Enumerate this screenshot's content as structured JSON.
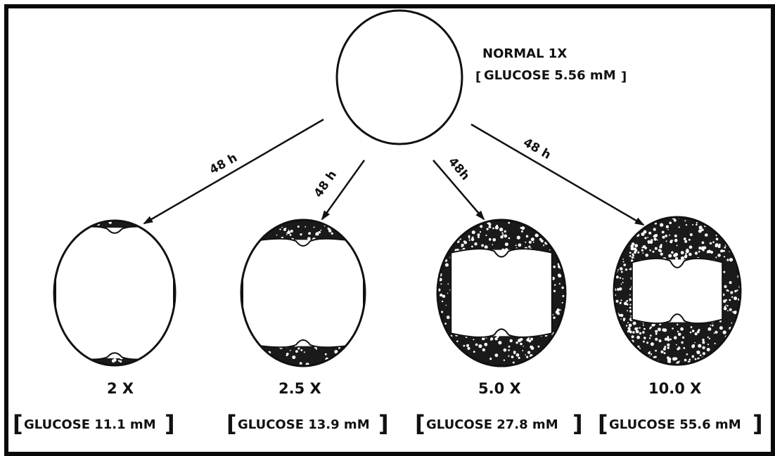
{
  "normal": {
    "label": "NORMAL 1X",
    "conc": "GLUCOSE 5.56 mM"
  },
  "arrows": [
    {
      "label": "48 h"
    },
    {
      "label": "48 h"
    },
    {
      "label": "48h"
    },
    {
      "label": "48 h"
    }
  ],
  "cells": [
    {
      "factor": "2 X",
      "conc": "GLUCOSE 11.1 mM",
      "stipple": 0.15
    },
    {
      "factor": "2.5 X",
      "conc": "GLUCOSE 13.9 mM",
      "stipple": 0.35
    },
    {
      "factor": "5.0 X",
      "conc": "GLUCOSE 27.8 mM",
      "stipple": 0.6
    },
    {
      "factor": "10.0 X",
      "conc": "GLUCOSE 55.6 mM",
      "stipple": 0.9
    }
  ],
  "colors": {
    "ink": "#111111",
    "paper": "#ffffff"
  }
}
